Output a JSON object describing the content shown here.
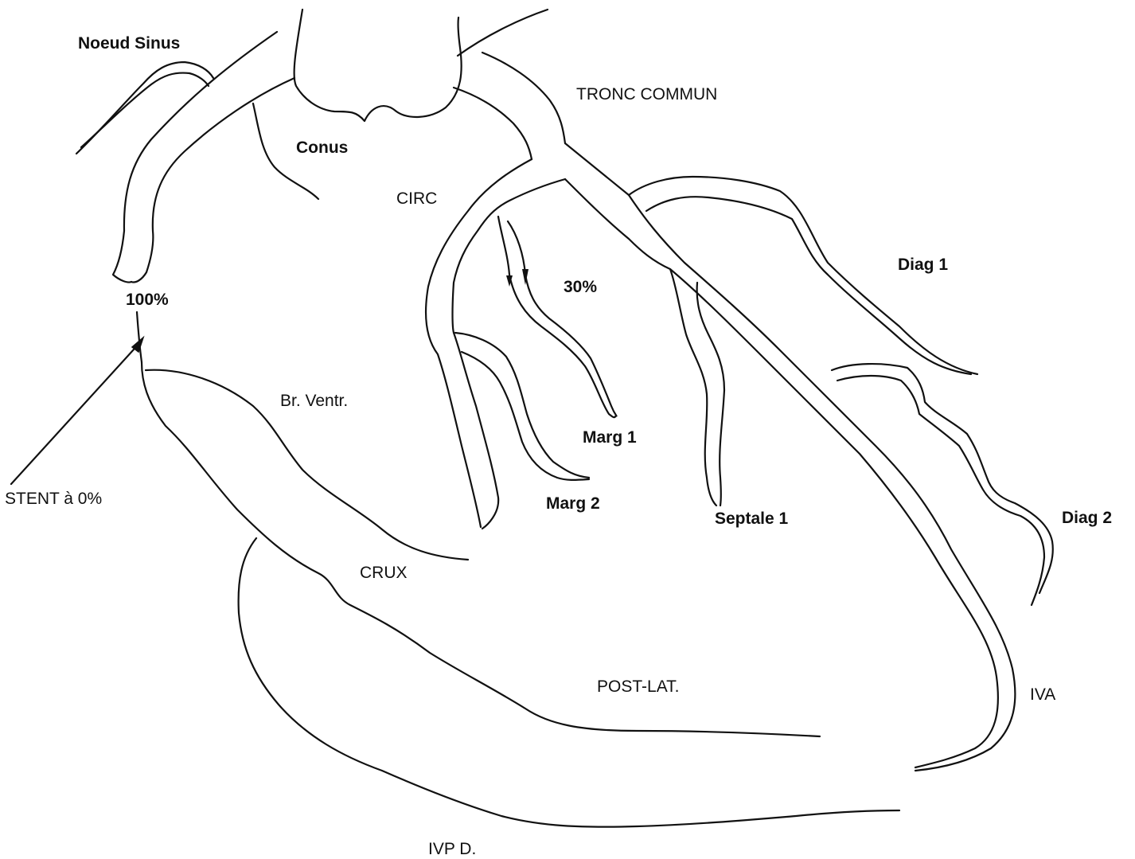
{
  "labels": {
    "noeud_sinus": "Noeud Sinus",
    "tronc_commun": "TRONC COMMUN",
    "conus": "Conus",
    "circ": "CIRC",
    "diag1": "Diag 1",
    "pct100": "100%",
    "pct30": "30%",
    "br_ventr": "Br. Ventr.",
    "marg1": "Marg 1",
    "marg2": "Marg 2",
    "stent": "STENT à 0%",
    "septale1": "Septale 1",
    "diag2": "Diag 2",
    "crux": "CRUX",
    "post_lat": "POST-LAT.",
    "iva": "IVA",
    "ivp_d": "IVP D."
  }
}
